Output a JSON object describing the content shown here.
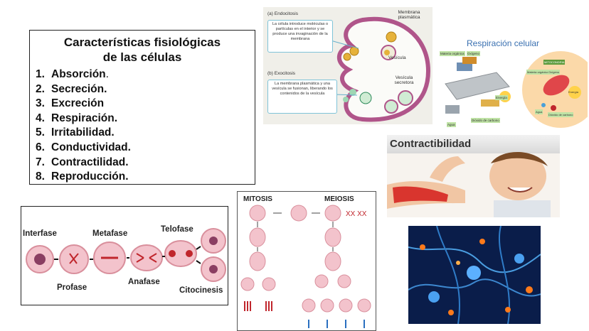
{
  "list": {
    "title_line1": "Características fisiológicas",
    "title_line2": "de las células",
    "items": [
      {
        "num": "1.",
        "label": "Absorción",
        "suffix": "."
      },
      {
        "num": "2.",
        "label": "Secreción."
      },
      {
        "num": "3.",
        "label": "Excreción"
      },
      {
        "num": "4.",
        "label": "Respiración."
      },
      {
        "num": "5.",
        "label": "Irritabilidad."
      },
      {
        "num": "6.",
        "label": "Conductividad."
      },
      {
        "num": "7.",
        "label": "Contractilidad."
      },
      {
        "num": "8.",
        "label": "Reproducción."
      }
    ]
  },
  "endocytosis": {
    "label_a": "(a) Endocitosis",
    "label_b": "(b) Exocitosis",
    "note_a": "La célula introduce moléculas o partículas en el interior y se produce una invaginación de la membrana",
    "note_b": "La membrana plasmática y una vesícula se fusionan, liberando los contenidos de la vesícula",
    "membrana": "Membrana plasmática",
    "vesicula": "Vesícula",
    "vesicula_secretora": "Vesícula secretora"
  },
  "respiration": {
    "title": "Respiración celular",
    "materia": "Materia orgánica",
    "oxigeno": "Oxígeno",
    "energia": "Energía",
    "agua": "Agua",
    "dioxido": "Dióxido de carbono",
    "mitocondria": "MITOCONDRIA",
    "materia2": "Materia orgánica",
    "oxigeno2": "Oxígeno",
    "energia2": "Energía",
    "agua2": "Agua",
    "dioxido2": "Dióxido de carbono"
  },
  "contractility": {
    "title": "Contractibilidad"
  },
  "phases": {
    "interfase": "Interfase",
    "metafase": "Metafase",
    "telofase": "Telofase",
    "profase": "Profase",
    "anafase": "Anafase",
    "citocinesis": "Citocinesis"
  },
  "mitosis_meiosis": {
    "mitosis": "MITOSIS",
    "meiosis": "MEIOSIS"
  },
  "colors": {
    "cell_fill": "#f3c3cc",
    "cell_stroke": "#d98f9c",
    "title_blue": "#3a70b0",
    "neuron_glow": "#ff7a1a"
  }
}
